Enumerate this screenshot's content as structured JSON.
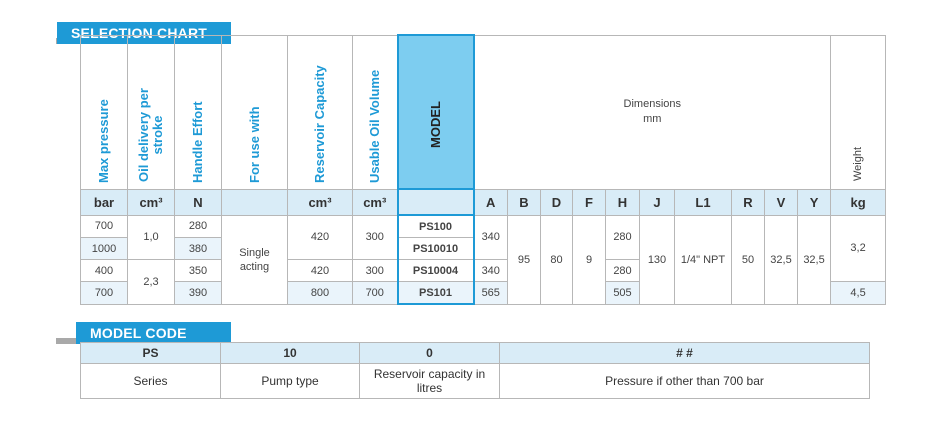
{
  "selection_chart": {
    "title": "SELECTION CHART",
    "headers": {
      "max_pressure": "Max pressure",
      "oil_delivery": "Oil delivery per stroke",
      "handle_effort": "Handle Effort",
      "for_use_with": "For use with",
      "reservoir_capacity": "Reservoir Capacity",
      "usable_oil_volume": "Usable Oil Volume",
      "model": "MODEL",
      "dimensions": "Dimensions",
      "dimensions_unit": "mm",
      "weight": "Weight"
    },
    "units": {
      "pressure": "bar",
      "delivery": "cm³",
      "effort": "N",
      "use": "",
      "capacity": "cm³",
      "volume": "cm³",
      "model": "",
      "A": "A",
      "B": "B",
      "D": "D",
      "F": "F",
      "H": "H",
      "J": "J",
      "L1": "L1",
      "R": "R",
      "V": "V",
      "Y": "Y",
      "weight": "kg"
    },
    "rows": [
      {
        "pressure": "700",
        "effort": "280",
        "capacity": "420",
        "volume": "300",
        "model": "PS100",
        "A": "340",
        "H": "280"
      },
      {
        "pressure": "1000",
        "effort": "380",
        "model": "PS10010"
      },
      {
        "pressure": "400",
        "effort": "350",
        "capacity": "420",
        "volume": "300",
        "model": "PS10004",
        "A": "340",
        "H": "280"
      },
      {
        "pressure": "700",
        "effort": "390",
        "capacity": "800",
        "volume": "700",
        "model": "PS101",
        "A": "565",
        "H": "505"
      }
    ],
    "merged": {
      "delivery_1": "1,0",
      "delivery_2": "2,3",
      "use": "Single acting",
      "B": "95",
      "D": "80",
      "F": "9",
      "J": "130",
      "L1": "1/4\" NPT",
      "R": "50",
      "V": "32,5",
      "Y": "32,5",
      "weight_1": "3,2",
      "weight_2": "4,5"
    }
  },
  "model_code": {
    "title": "MODEL CODE",
    "codes": [
      "PS",
      "10",
      "0",
      "# #"
    ],
    "descriptions": [
      "Series",
      "Pump type",
      "Reservoir capacity in litres",
      "Pressure if other than 700 bar"
    ]
  }
}
